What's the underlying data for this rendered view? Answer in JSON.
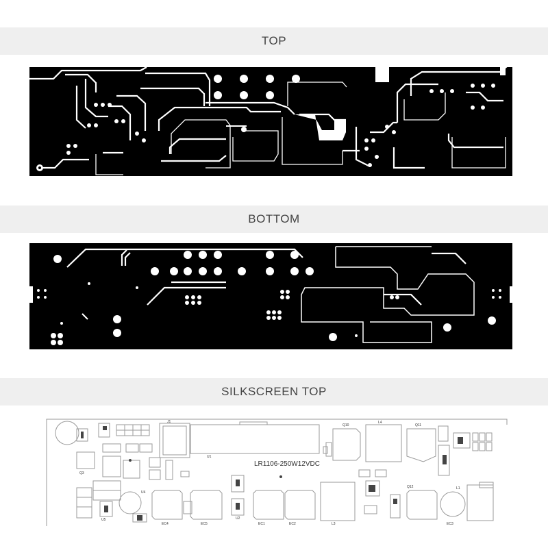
{
  "sections": {
    "top": {
      "label": "TOP"
    },
    "bottom": {
      "label": "BOTTOM"
    },
    "silkscreen": {
      "label": "SILKSCREEN TOP"
    }
  },
  "silkscreen": {
    "board_title": "LR1106-250W12VDC",
    "designators": {
      "j1": "J1",
      "u1": "U1",
      "q10": "Q10",
      "l4": "L4",
      "q11": "Q11",
      "ec4": "EC4",
      "ec5": "EC5",
      "ec1": "EC1",
      "ec2": "EC2",
      "l3": "L3",
      "q12": "Q12",
      "ec3": "EC3",
      "q3": "Q3",
      "u4": "U4",
      "u2": "U2",
      "l1": "L1",
      "u5": "U5"
    }
  },
  "colors": {
    "copper": "#000000",
    "band": "#efefef",
    "label": "#444444",
    "silk_line": "#9a9a9a",
    "silk_text": "#333333"
  }
}
